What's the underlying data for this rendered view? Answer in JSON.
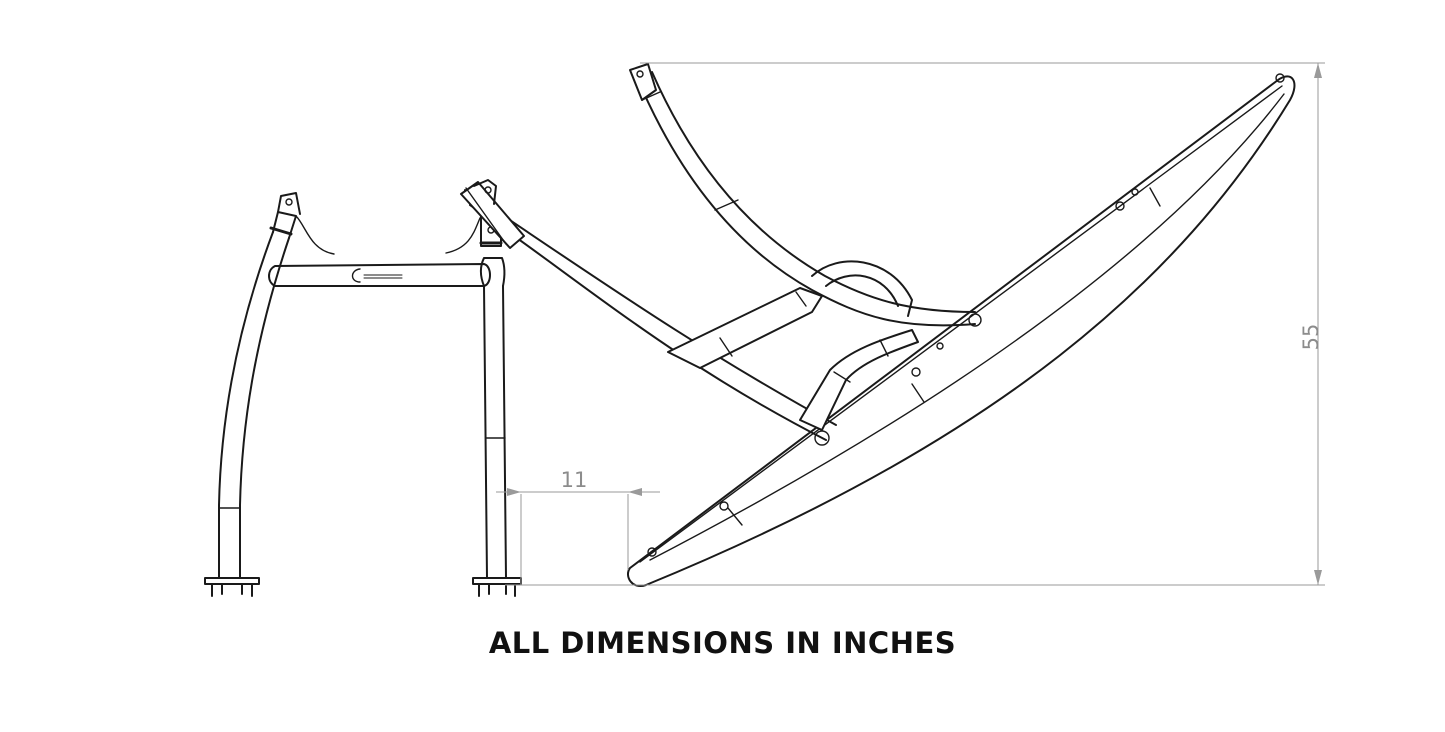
{
  "caption": "ALL DIMENSIONS IN INCHES",
  "dimensions": {
    "horizontal_gap": "11",
    "height": "55"
  },
  "colors": {
    "line": "#1a1a1a",
    "dimension_line": "#9a9a9a",
    "background": "#ffffff"
  }
}
